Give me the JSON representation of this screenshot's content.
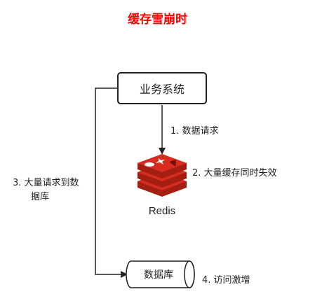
{
  "title": "缓存雪崩时",
  "nodes": {
    "business_system": "业务系统",
    "redis": "Redis",
    "database": "数据库"
  },
  "steps": {
    "step1": "1. 数据请求",
    "step2": "2. 大量缓存同时失效",
    "step3_line1": "3. 大量请求到数",
    "step3_line2": "据库",
    "step4": "4. 访问激增"
  },
  "colors": {
    "title": "#ff0000",
    "redis_logo": "#c6302b",
    "lines": "#222222"
  },
  "icons": [
    "redis-logo-icon",
    "database-cylinder-icon"
  ]
}
